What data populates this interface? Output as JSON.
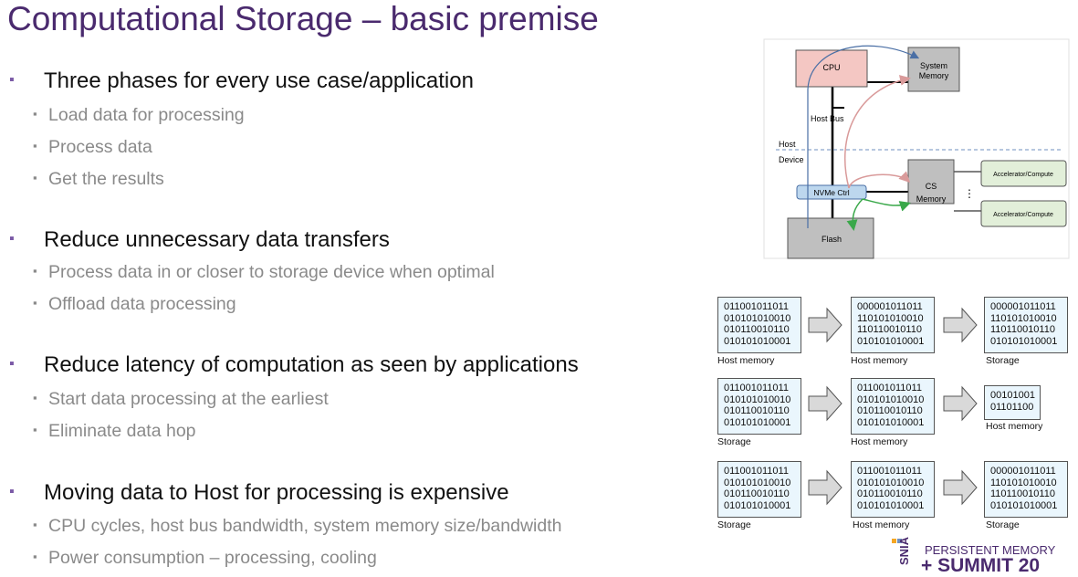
{
  "title": "Computational Storage – basic premise",
  "sections": [
    {
      "heading": "Three phases for every use case/application",
      "items": [
        "Load data for processing",
        "Process data",
        "Get the results"
      ]
    },
    {
      "heading": "Reduce unnecessary data transfers",
      "items": [
        "Process data in or closer to storage device when optimal",
        "Offload data processing"
      ]
    },
    {
      "heading": "Reduce latency of computation as seen by applications",
      "items": [
        "Start data processing at the earliest",
        "Eliminate data hop"
      ]
    },
    {
      "heading": "Moving data to Host for processing is expensive",
      "items": [
        "CPU cycles, host bus bandwidth, system memory size/bandwidth",
        "Power consumption – processing, cooling"
      ]
    }
  ],
  "diagram": {
    "cpu": "CPU",
    "system_memory": [
      "System",
      "Memory"
    ],
    "host_bus": "Host Bus",
    "host": "Host",
    "device": "Device",
    "cs_memory": [
      "CS",
      "Memory"
    ],
    "nvme": "NVMe Ctrl",
    "flash": "Flash",
    "accel1": "Accelerator/Compute",
    "accel2": "Accelerator/Compute",
    "colors": {
      "cpu": "#f4c7c3",
      "gray": "#bfbfbf",
      "accel": "#e2efd9",
      "nvme": "#bdd7ee",
      "blue_arrow": "#4a6fa5",
      "pink_arrow": "#d99a9a",
      "green_arrow": "#3aa84a"
    }
  },
  "flows": [
    [
      {
        "lines": [
          "011001011011",
          "010101010010",
          "010110010110",
          "010101010001"
        ],
        "caption": "Host memory"
      },
      {
        "lines": [
          "000001011011",
          "110101010010",
          "110110010110",
          "010101010001"
        ],
        "caption": "Host memory"
      },
      {
        "lines": [
          "000001011011",
          "110101010010",
          "110110010110",
          "010101010001"
        ],
        "caption": "Storage"
      }
    ],
    [
      {
        "lines": [
          "011001011011",
          "010101010010",
          "010110010110",
          "010101010001"
        ],
        "caption": "Storage"
      },
      {
        "lines": [
          "011001011011",
          "010101010010",
          "010110010110",
          "010101010001"
        ],
        "caption": "Host memory"
      },
      {
        "lines": [
          "00101001",
          "01101100"
        ],
        "caption": "Host memory"
      }
    ],
    [
      {
        "lines": [
          "011001011011",
          "010101010010",
          "010110010110",
          "010101010001"
        ],
        "caption": "Storage"
      },
      {
        "lines": [
          "011001011011",
          "010101010010",
          "010110010110",
          "010101010001"
        ],
        "caption": "Host memory"
      },
      {
        "lines": [
          "000001011011",
          "110101010010",
          "110110010110",
          "010101010001"
        ],
        "caption": "Storage"
      }
    ]
  ],
  "logo": {
    "line1": "PERSISTENT MEMORY",
    "line2": "+ SUMMIT 20",
    "mark": "SNIA"
  }
}
